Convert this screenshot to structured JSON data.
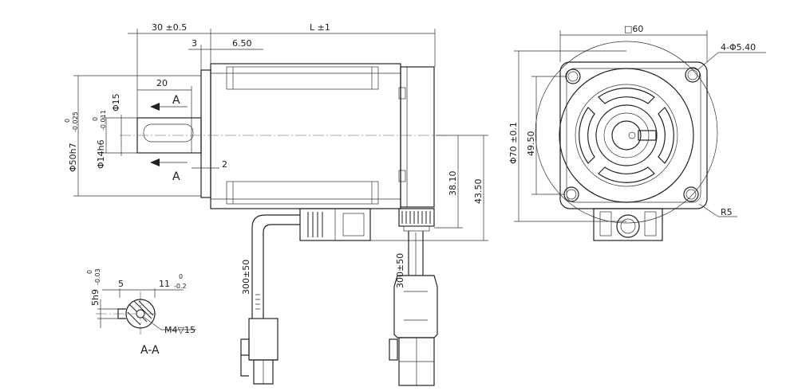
{
  "side_view": {
    "dim_shaft_total": "30 ±0.5",
    "dim_body_length": "L ±1",
    "dim_flange_3": "3",
    "dim_flange_650": "6.50",
    "dim_key_20": "20",
    "dim_phi15": "Φ15",
    "dim_phi50": "Φ50h7",
    "dim_phi50_tol_upper": "0",
    "dim_phi50_tol_lower": "-0.025",
    "dim_phi14": "Φ14h6",
    "dim_phi14_tol_upper": "0",
    "dim_phi14_tol_lower": "-0.011",
    "dim_gap_2": "2",
    "dim_height_3810": "38.10",
    "dim_height_4350": "43.50",
    "section_mark_top": "A",
    "section_mark_bottom": "A"
  },
  "cables": {
    "cable_left_len": "300±50",
    "cable_right_len": "300±50"
  },
  "section_view": {
    "title": "A-A",
    "dim_5": "5",
    "dim_11": "11",
    "dim_11_tol_upper": "0",
    "dim_11_tol_lower": "-0.2",
    "dim_5h9": "5h9",
    "dim_5h9_tol_upper": "0",
    "dim_5h9_tol_lower": "-0.03",
    "thread_note": "M4▽15"
  },
  "front_view": {
    "dim_square": "□60",
    "dim_holes": "4-Φ5.40",
    "dim_phi70": "Φ70 ±0.1",
    "dim_4950": "49.50",
    "dim_r5": "R5"
  }
}
